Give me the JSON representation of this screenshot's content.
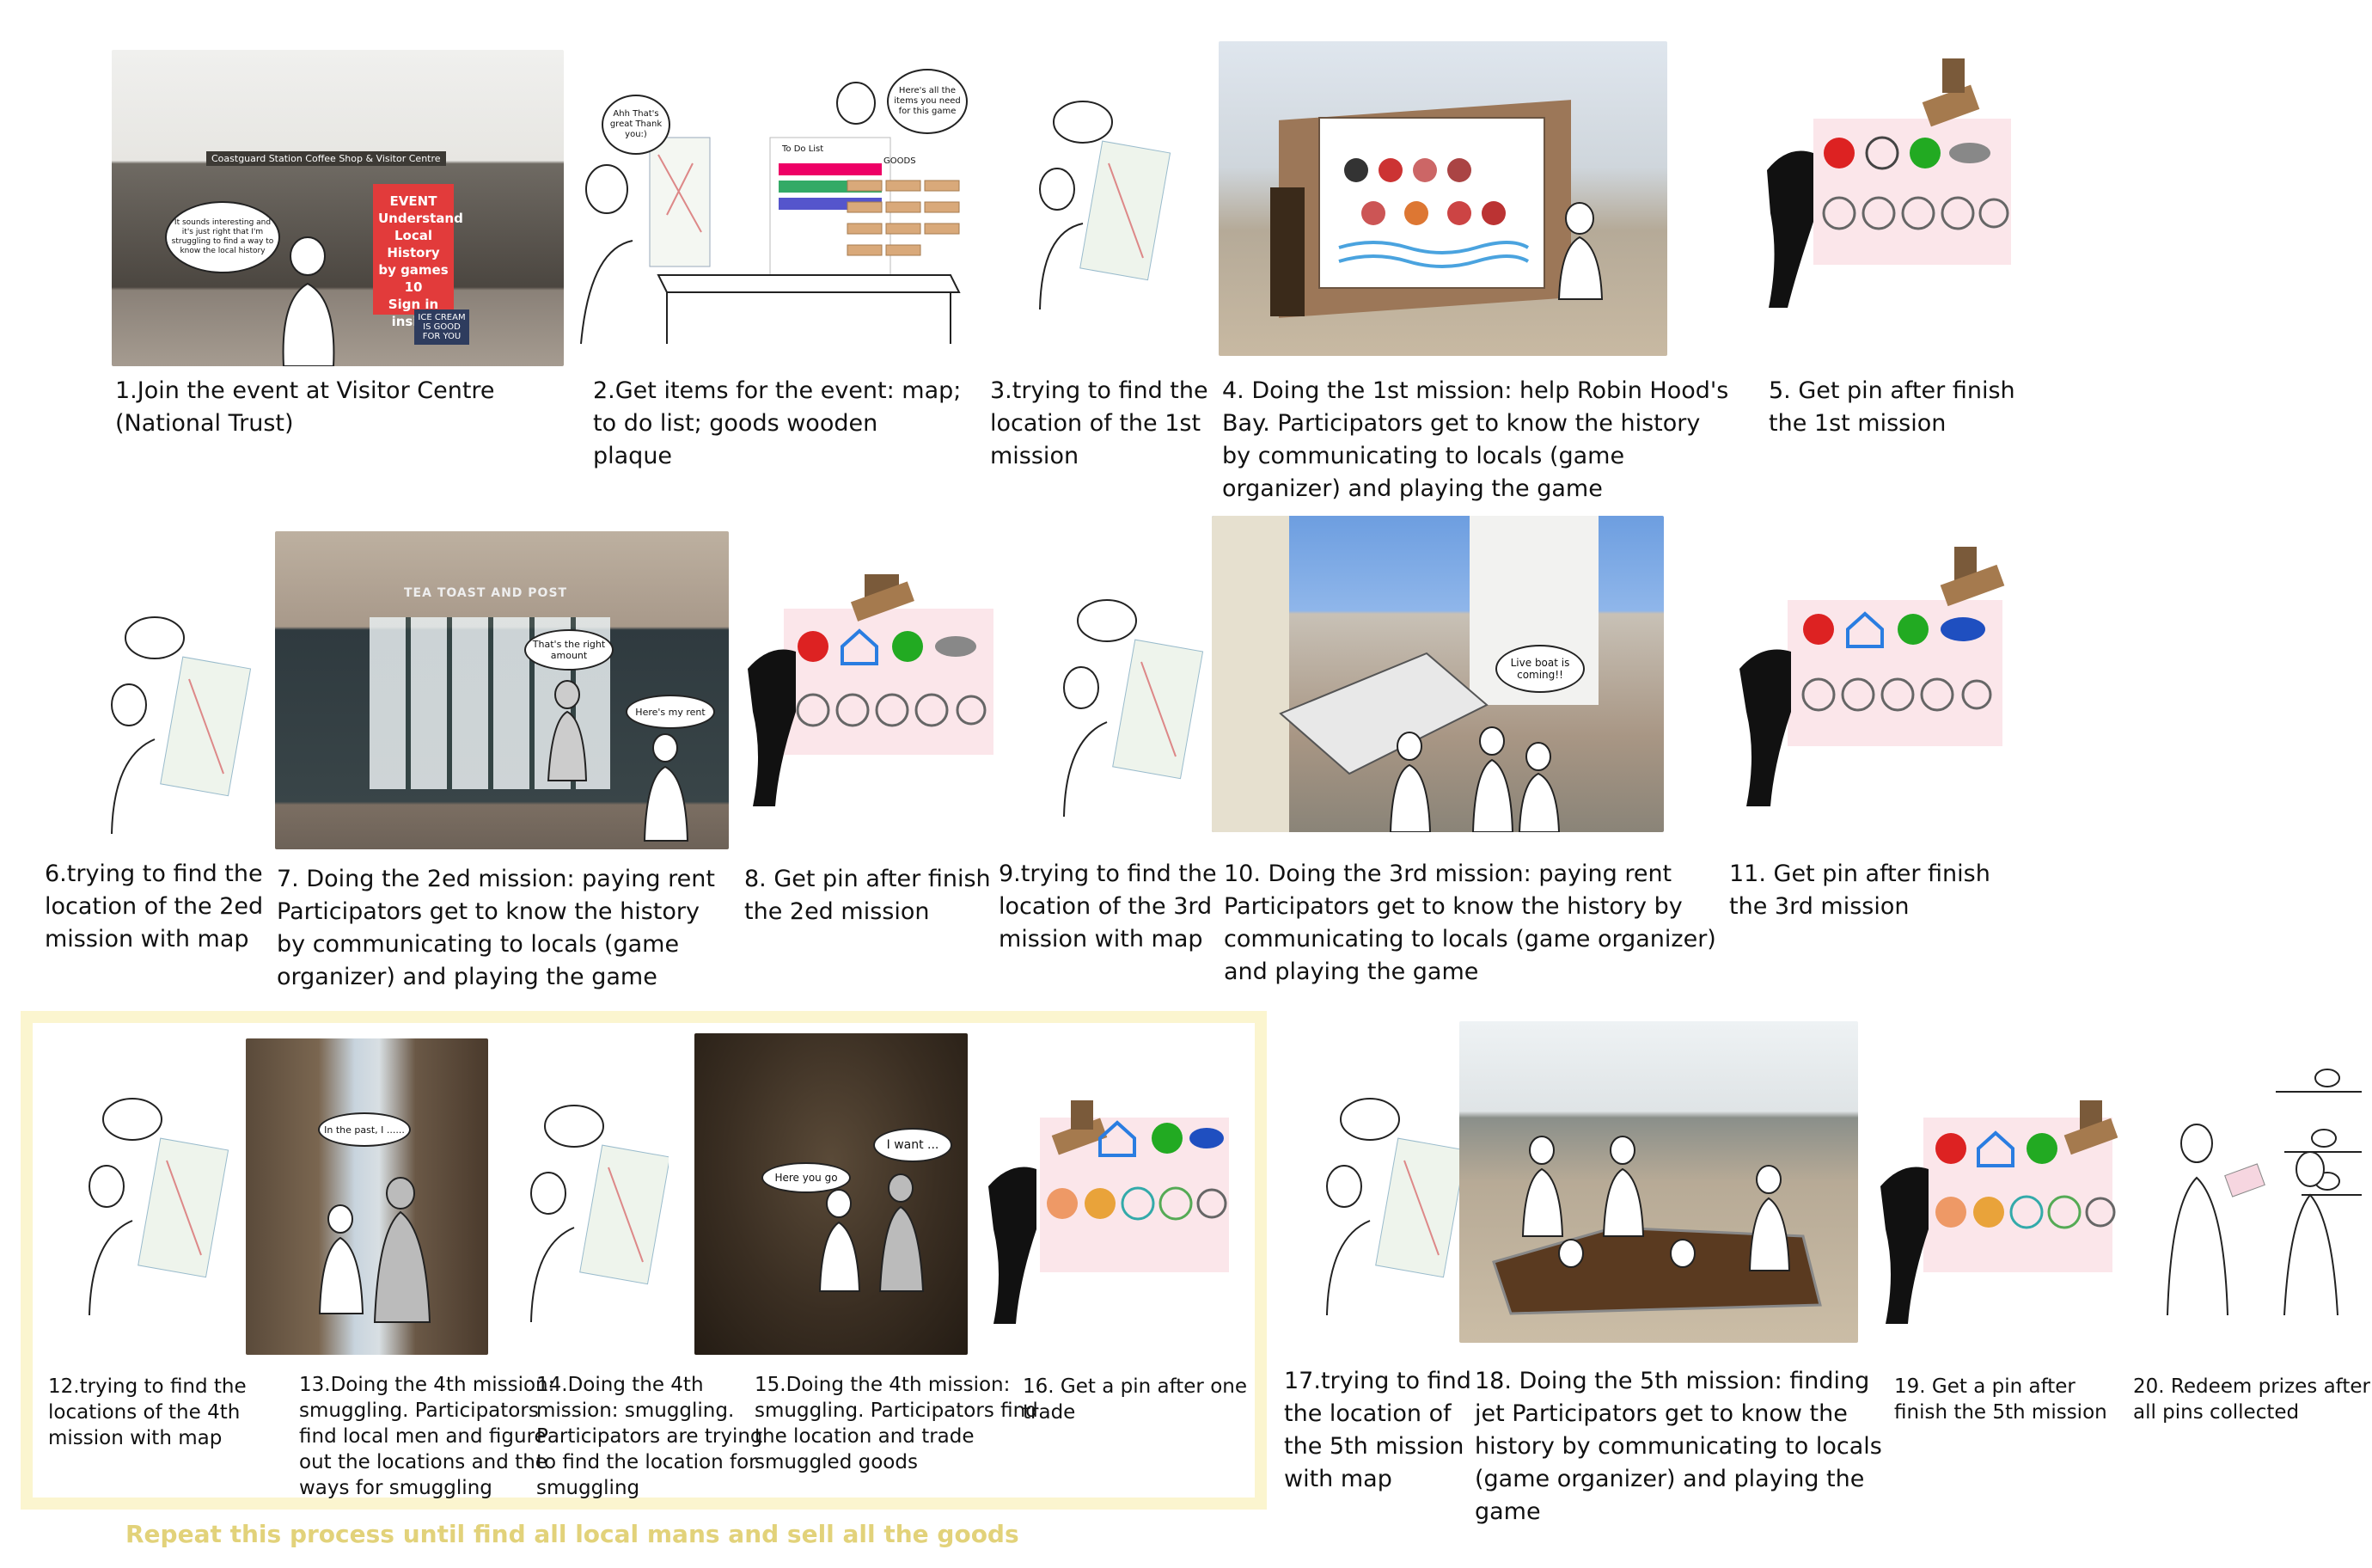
{
  "captions": {
    "c1": [
      "1.Join the event at Visitor Centre",
      "(National Trust)"
    ],
    "c2": [
      "2.Get items for the event: map;",
      "to do list; goods wooden",
      "plaque"
    ],
    "c3": [
      "3.trying to find the",
      "location of the 1st",
      "mission"
    ],
    "c4": [
      "4. Doing the 1st mission: help Robin Hood's",
      "Bay. Participators get to know the history",
      "by communicating to locals (game",
      "organizer) and playing the game"
    ],
    "c5": [
      "5. Get pin after finish",
      "the 1st mission"
    ],
    "c6": [
      "6.trying to find the",
      "location of the 2ed",
      "mission with map"
    ],
    "c7": [
      "7. Doing the 2ed mission: paying rent",
      "Participators get to know the history",
      "by communicating to locals (game",
      "organizer) and playing the game"
    ],
    "c8": [
      "8. Get pin after finish",
      "the 2ed mission"
    ],
    "c9": [
      "9.trying to find the",
      "location of the 3rd",
      "mission with map"
    ],
    "c10": [
      "10. Doing the 3rd mission: paying rent",
      "Participators get to know the history by",
      "communicating to locals (game organizer)",
      "and playing the game"
    ],
    "c11": [
      "11. Get pin after finish",
      "the 3rd mission"
    ],
    "c12": [
      "12.trying to find the",
      "locations of the 4th",
      "mission with map"
    ],
    "c13": [
      "13.Doing the 4th mission:",
      "smuggling. Participators",
      "find local men and figure",
      "out the locations and the",
      "ways for smuggling"
    ],
    "c14": [
      "14.Doing the 4th",
      "mission: smuggling.",
      "Participators are trying",
      "to find the location for",
      "smuggling"
    ],
    "c15": [
      "15.Doing the 4th mission:",
      "smuggling. Participators find",
      "the location and trade",
      "smuggled goods"
    ],
    "c16": [
      "16. Get a pin after one",
      "trade"
    ],
    "c17": [
      "17.trying to find",
      "the location of",
      "the 5th mission",
      "with map"
    ],
    "c18": [
      "18. Doing the 5th mission: finding",
      "jet Participators get to know the",
      "history by communicating to locals",
      "(game organizer) and playing the",
      "game"
    ],
    "c19": [
      "19. Get a pin after",
      "finish the 5th mission"
    ],
    "c20": [
      "20. Redeem prizes after",
      "all pins collected"
    ]
  },
  "repeat_note": "Repeat this process until find all local mans and sell all the goods",
  "bubbles": {
    "b1": "It sounds interesting and it's just right that I'm struggling to find a way to know the local history",
    "b2": "Ahh That's great Thank you:)",
    "b3": "Here's all the items you need for this game",
    "b7a": "That's the right amount",
    "b7b": "Here's my rent",
    "b10": "Live boat is coming!!",
    "b13": "In the past, I ......",
    "b15a": "I want ...",
    "b15b": "Here you go"
  },
  "sign": {
    "line1": "EVENT",
    "line2": "Understand",
    "line3": "Local History",
    "line4": "by games",
    "line5": "10",
    "line6": "Sign in inside"
  },
  "shop_signs": {
    "visitor": "Coastguard Station   Coffee Shop & Visitor Centre",
    "icecream": "ICE CREAM IS GOOD FOR YOU",
    "tea": "TEA TOAST AND POST",
    "goods": "GOODS",
    "todo": "To Do List"
  },
  "colors": {
    "frame": "#fbf5cf",
    "repeat_text": "#e2d27a",
    "card": "#fbe6ea",
    "sign": "#e23b3b"
  },
  "icons": [
    "pirate-icon",
    "house-icon",
    "dragon-icon",
    "boat-icon",
    "sailor-icon",
    "ship-wheel-icon",
    "lighthouse-icon",
    "whale-icon",
    "jet-icon"
  ]
}
